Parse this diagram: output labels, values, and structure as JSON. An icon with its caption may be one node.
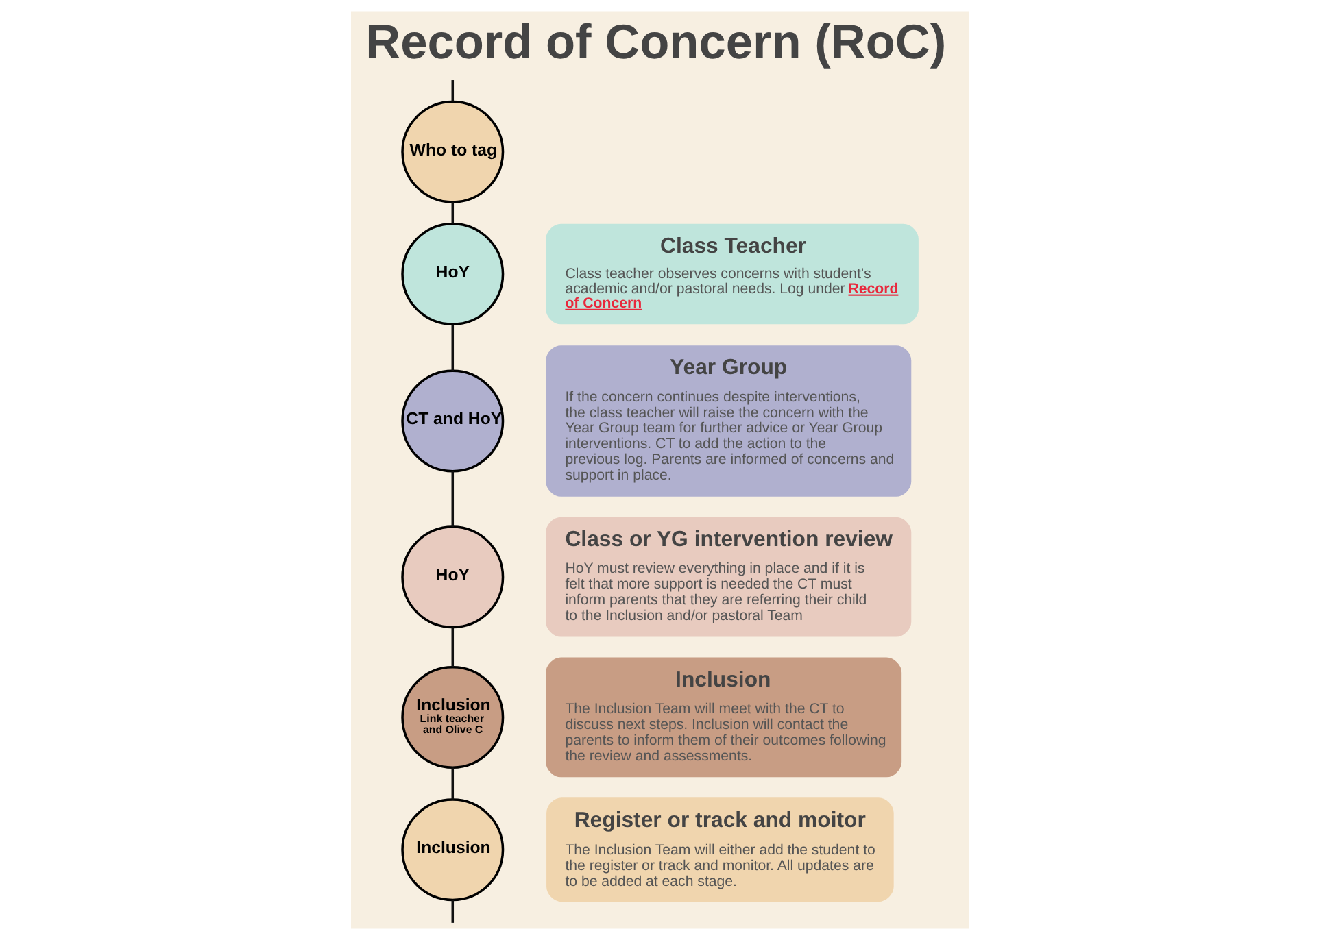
{
  "diagram": {
    "title": "Record of Concern (RoC)",
    "nodes": [
      {
        "text": [
          "Who to tag"
        ]
      },
      {
        "text": [
          "HoY"
        ]
      },
      {
        "text": [
          "Class Teacher",
          "Class teacher observes concerns with student's academic and/or pastoral needs. Log under **Record of Concern**"
        ]
      },
      {
        "text": [
          "CT and HoY"
        ]
      },
      {
        "text": [
          "Year Group",
          "If the concern continues despite interventions, the class teacher will raise the concern with the Year Group team for further advice or Year Group interventions. CT to add the action to the previous log. Parents are informed of concerns and support in place."
        ]
      },
      {
        "text": [
          "HoY"
        ]
      },
      {
        "text": [
          "Class or YG intervention review",
          "HoY must review everything in place and if it is felt that more support is needed the CT must inform parents that they are referring their child to the Inclusion and/or pastoral Team"
        ]
      },
      {
        "text": [
          "Inclusion",
          "Link teacher and Olive C"
        ]
      },
      {
        "text": [
          "Inclusion",
          "The Inclusion Team will meet with the CT to discuss next steps. Inclusion will contact the parents to inform them of their outcomes following the review and assessments."
        ]
      },
      {
        "text": [
          "Inclusion"
        ]
      },
      {
        "text": [
          "Register or track and moitor",
          "The Inclusion Team will either add the student to the register or track and monitor. All updates are to be added at each stage."
        ]
      }
    ],
    "edges": [
      {
        "from": null,
        "to": 0,
        "arrow": "none"
      },
      {
        "from": 0,
        "to": 1,
        "arrow": "none"
      },
      {
        "from": 1,
        "to": 3,
        "arrow": "none"
      },
      {
        "from": 3,
        "to": 5,
        "arrow": "none"
      },
      {
        "from": 5,
        "to": 7,
        "arrow": "none"
      },
      {
        "from": 7,
        "to": 9,
        "arrow": "none"
      },
      {
        "from": 9,
        "to": null,
        "arrow": "none"
      }
    ]
  }
}
